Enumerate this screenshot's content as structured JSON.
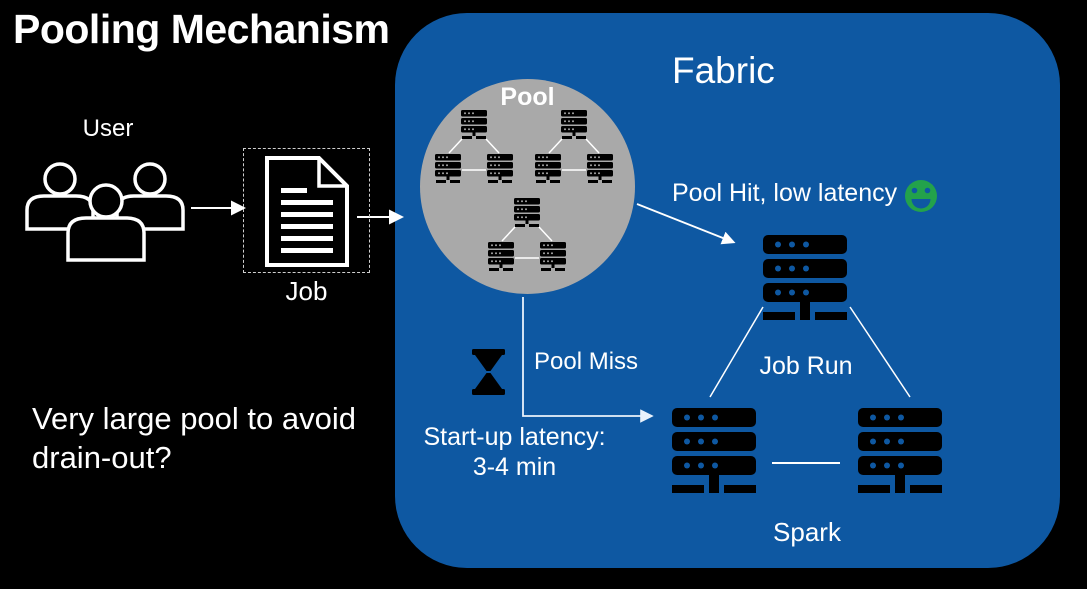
{
  "title": "Pooling Mechanism",
  "flow": {
    "user_label": "User",
    "job_label": "Job"
  },
  "fabric": {
    "label": "Fabric",
    "pool_label": "Pool",
    "pool_cluster_count": 3,
    "pool_hit_label": "Pool Hit, low latency",
    "job_run_label": "Job Run",
    "pool_miss_label": "Pool Miss",
    "startup_latency_line1": "Start-up latency:",
    "startup_latency_line2": "3-4 min",
    "spark_label": "Spark"
  },
  "note": "Very large pool to avoid drain-out?",
  "icons": {
    "user_icon": "three-people-outline",
    "job_icon": "document-outline",
    "server_icon": "server-rack",
    "hourglass_icon": "hourglass",
    "pool_hit_icon": "green-smiley-face"
  },
  "colors": {
    "background": "#000000",
    "fabric_blue": "#0E58A2",
    "pool_gray": "#A9A9A9",
    "smiley_green": "#23A24B",
    "line_soft": "#E9F2FC",
    "text_white": "#FFFFFF",
    "server_black": "#000000"
  }
}
